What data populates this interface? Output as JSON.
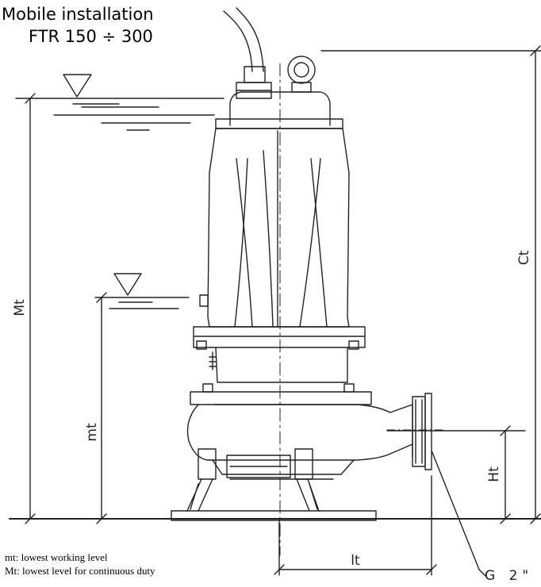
{
  "title": {
    "line1": "Mobile installation",
    "line2": "FTR 150 ÷ 300"
  },
  "dimensions": {
    "mt": "mt",
    "Mt": "Mt",
    "Ct": "Ct",
    "Ht": "Ht",
    "lt": "lt",
    "G": "G 2\""
  },
  "notes": [
    "mt: lowest working level",
    "Mt: lowest level for continuous duty"
  ]
}
